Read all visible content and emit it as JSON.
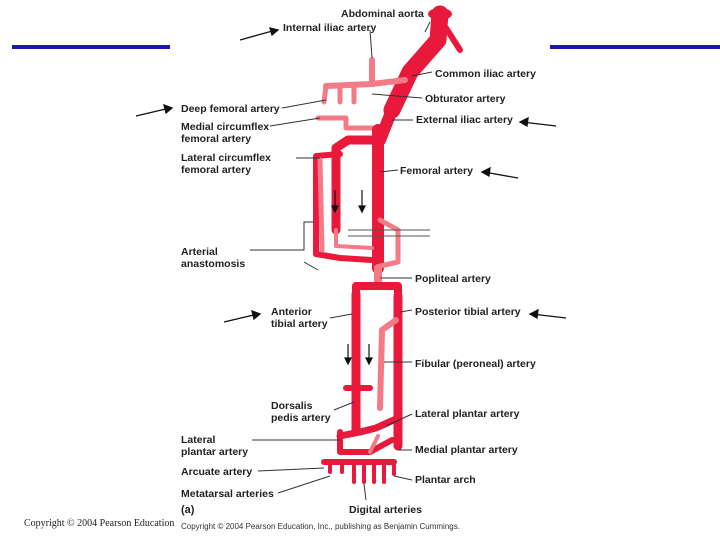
{
  "colors": {
    "artery": "#e8193a",
    "artery_light": "#f47a86",
    "rule": "#1a1aa6",
    "leader": "#333333",
    "pointer": "#111111"
  },
  "labels": {
    "abdominal_aorta": "Abdominal aorta",
    "internal_iliac": "Internal iliac artery",
    "common_iliac": "Common iliac artery",
    "obturator": "Obturator artery",
    "external_iliac": "External iliac artery",
    "deep_femoral": "Deep femoral artery",
    "medial_circumflex": [
      "Medial circumflex",
      "femoral artery"
    ],
    "lateral_circumflex": [
      "Lateral circumflex",
      "femoral artery"
    ],
    "femoral": "Femoral artery",
    "anastomosis": [
      "Arterial",
      "anastomosis"
    ],
    "popliteal": "Popliteal artery",
    "anterior_tibial": [
      "Anterior",
      "tibial artery"
    ],
    "posterior_tibial": "Posterior tibial artery",
    "fibular": "Fibular (peroneal) artery",
    "dorsalis_pedis": [
      "Dorsalis",
      "pedis artery"
    ],
    "lateral_plantar_left": [
      "Lateral",
      "plantar artery"
    ],
    "lateral_plantar_right": "Lateral  plantar artery",
    "medial_plantar": "Medial plantar artery",
    "arcuate": "Arcuate  artery",
    "plantar_arch": "Plantar arch",
    "metatarsal": "Metatarsal arteries",
    "digital": "Digital arteries"
  },
  "panel_label": "(a)",
  "copyright_slide": "Copyright © 2004 Pearson Education",
  "copyright_figure": "Copyright © 2004 Pearson Education, Inc., publishing as Benjamin Cummings."
}
